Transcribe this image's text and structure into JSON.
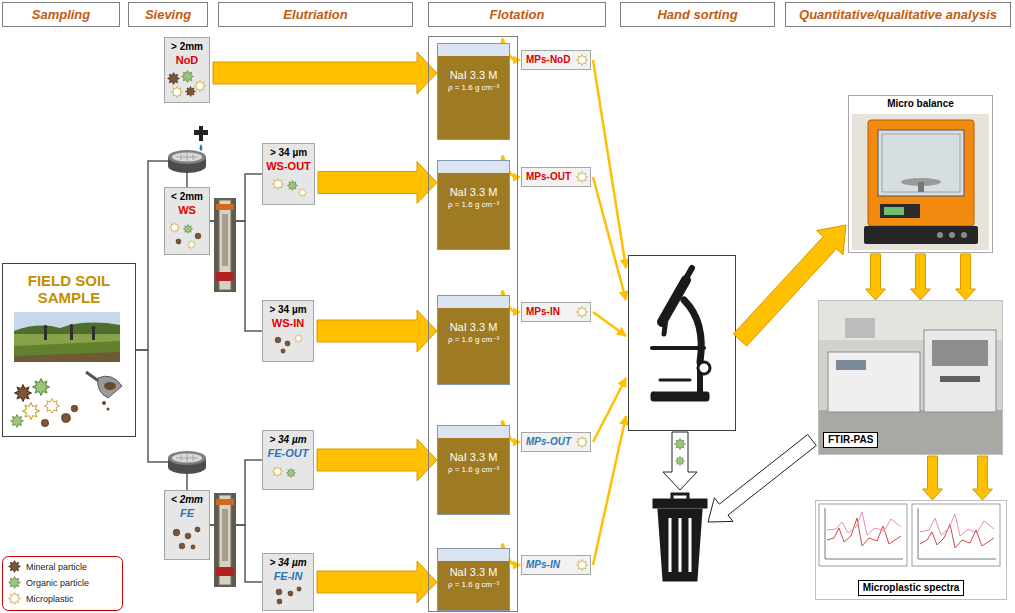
{
  "diagram": {
    "nodes": [
      {
        "text": [
          "Sampling"
        ]
      },
      {
        "text": [
          "Sieving"
        ]
      },
      {
        "text": [
          "Elutriation"
        ]
      },
      {
        "text": [
          "Flotation"
        ]
      },
      {
        "text": [
          "Hand sorting"
        ]
      },
      {
        "text": [
          "Quantitative/qualitative analysis"
        ]
      },
      {
        "text": [
          "FIELD SOIL SAMPLE"
        ]
      },
      {
        "text": [
          "> 2mm",
          "NoD"
        ]
      },
      {
        "text": [
          "< 2mm",
          "WS"
        ]
      },
      {
        "text": [
          "> 34 µm",
          "WS-OUT"
        ]
      },
      {
        "text": [
          "> 34 µm",
          "WS-IN"
        ]
      },
      {
        "text": [
          "< 2mm",
          "FE"
        ]
      },
      {
        "text": [
          "> 34 µm",
          "FE-OUT"
        ]
      },
      {
        "text": [
          "> 34 µm",
          "FE-IN"
        ]
      },
      {
        "text": [
          "NaI 3.3 M",
          "ρ = 1.6 g cm⁻³"
        ]
      },
      {
        "text": [
          "NaI 3.3 M",
          "ρ = 1.6 g cm⁻³"
        ]
      },
      {
        "text": [
          "NaI 3.3 M",
          "ρ = 1.6 g cm⁻³"
        ]
      },
      {
        "text": [
          "NaI 3.3 M",
          "ρ = 1.6 g cm⁻³"
        ]
      },
      {
        "text": [
          "NaI 3.3 M",
          "ρ = 1.6 g cm⁻³"
        ]
      },
      {
        "text": [
          "MPs-NoD"
        ]
      },
      {
        "text": [
          "MPs-OUT"
        ]
      },
      {
        "text": [
          "MPs-IN"
        ]
      },
      {
        "text": [
          "MPs-OUT"
        ]
      },
      {
        "text": [
          "MPs-IN"
        ]
      },
      {
        "text": [
          "Micro balance"
        ]
      },
      {
        "text": [
          "FTIR-PAS"
        ]
      },
      {
        "text": [
          "Microplastic spectra"
        ]
      }
    ],
    "edges": [
      {
        "from": 6,
        "to": 8,
        "arrow": "none"
      },
      {
        "from": 6,
        "to": 11,
        "arrow": "none"
      },
      {
        "from": 8,
        "to": 9,
        "arrow": "none"
      },
      {
        "from": 8,
        "to": 10,
        "arrow": "none"
      },
      {
        "from": 11,
        "to": 12,
        "arrow": "none"
      },
      {
        "from": 11,
        "to": 13,
        "arrow": "none"
      },
      {
        "from": 7,
        "to": 14,
        "arrow": "to"
      },
      {
        "from": 9,
        "to": 15,
        "arrow": "to"
      },
      {
        "from": 10,
        "to": 16,
        "arrow": "to"
      },
      {
        "from": 12,
        "to": 17,
        "arrow": "to"
      },
      {
        "from": 13,
        "to": 18,
        "arrow": "to"
      },
      {
        "from": 14,
        "to": 19,
        "arrow": "to"
      },
      {
        "from": 15,
        "to": 20,
        "arrow": "to"
      },
      {
        "from": 16,
        "to": 21,
        "arrow": "to"
      },
      {
        "from": 17,
        "to": 22,
        "arrow": "to"
      },
      {
        "from": 18,
        "to": 23,
        "arrow": "to"
      },
      {
        "from": 24,
        "to": 25,
        "arrow": "to"
      },
      {
        "from": 24,
        "to": 25,
        "arrow": "to"
      },
      {
        "from": 24,
        "to": 25,
        "arrow": "to"
      },
      {
        "from": 25,
        "to": 26,
        "arrow": "to"
      },
      {
        "from": 25,
        "to": 26,
        "arrow": "to"
      }
    ],
    "legend": [
      {
        "text": "Mineral particle"
      },
      {
        "text": "Organic particle"
      },
      {
        "text": "Microplastic"
      }
    ]
  }
}
